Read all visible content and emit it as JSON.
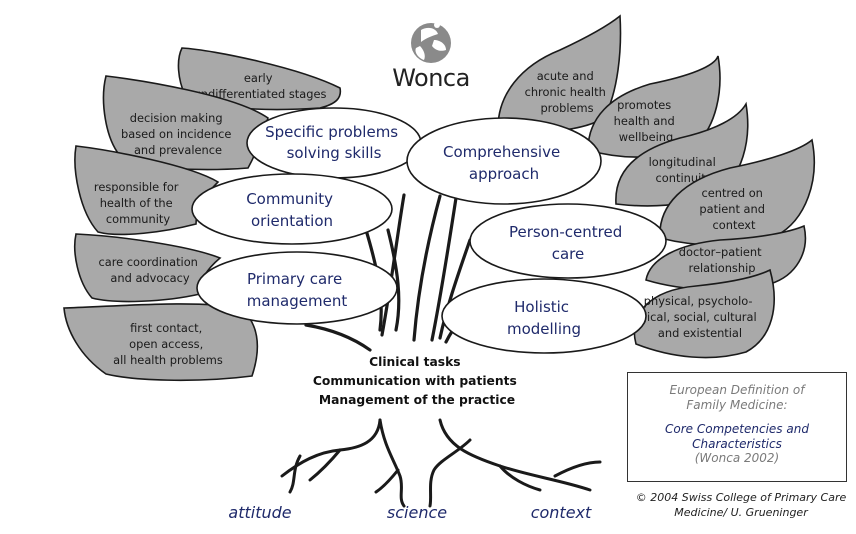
{
  "logo": {
    "name": "Wonca",
    "icon": "wonca-globe-icon"
  },
  "ellipses": {
    "specific": [
      "Specific problems",
      "solving skills"
    ],
    "comprehensive": [
      "Comprehensive",
      "approach"
    ],
    "community": [
      "Community",
      "orientation"
    ],
    "person": [
      "Person-centred",
      "care"
    ],
    "primary": [
      "Primary care",
      "management"
    ],
    "holistic": [
      "Holistic",
      "modelling"
    ]
  },
  "leaves": {
    "l1": [
      "early",
      "undifferentiated stages"
    ],
    "l2": [
      "decision making",
      "based on incidence",
      "and prevalence"
    ],
    "l3": [
      "responsible for",
      "health of the",
      "community"
    ],
    "l4": [
      "care coordination",
      "and advocacy"
    ],
    "l5": [
      "first contact,",
      "open access,",
      "all health problems"
    ],
    "r1": [
      "acute and",
      "chronic health",
      "problems"
    ],
    "r2": [
      "promotes",
      "health and",
      "wellbeing"
    ],
    "r3": [
      "longitudinal",
      "continuity"
    ],
    "r4": [
      "centred on",
      "patient and",
      "context"
    ],
    "r5": [
      "doctor–patient",
      "relationship"
    ],
    "r6": [
      "physical, psycholo-",
      "gical, social, cultural",
      "and existential"
    ]
  },
  "center": [
    "Clinical tasks",
    "Communication with patients",
    "Management of the practice"
  ],
  "roots": {
    "attitude": "attitude",
    "science": "science",
    "context": "context"
  },
  "reference": {
    "line1": "European Definition of",
    "line2": "Family Medicine:",
    "title1": "Core Competencies and",
    "title2": "Characteristics",
    "year": "(Wonca 2002)"
  },
  "copyright": {
    "line1": "© 2004 Swiss College of Primary Care",
    "line2": "Medicine/ U. Grueninger"
  },
  "colors": {
    "leaf_fill": "#a9a9a9",
    "heading_blue": "#1f2a6b",
    "outline": "#1a1a1a"
  }
}
